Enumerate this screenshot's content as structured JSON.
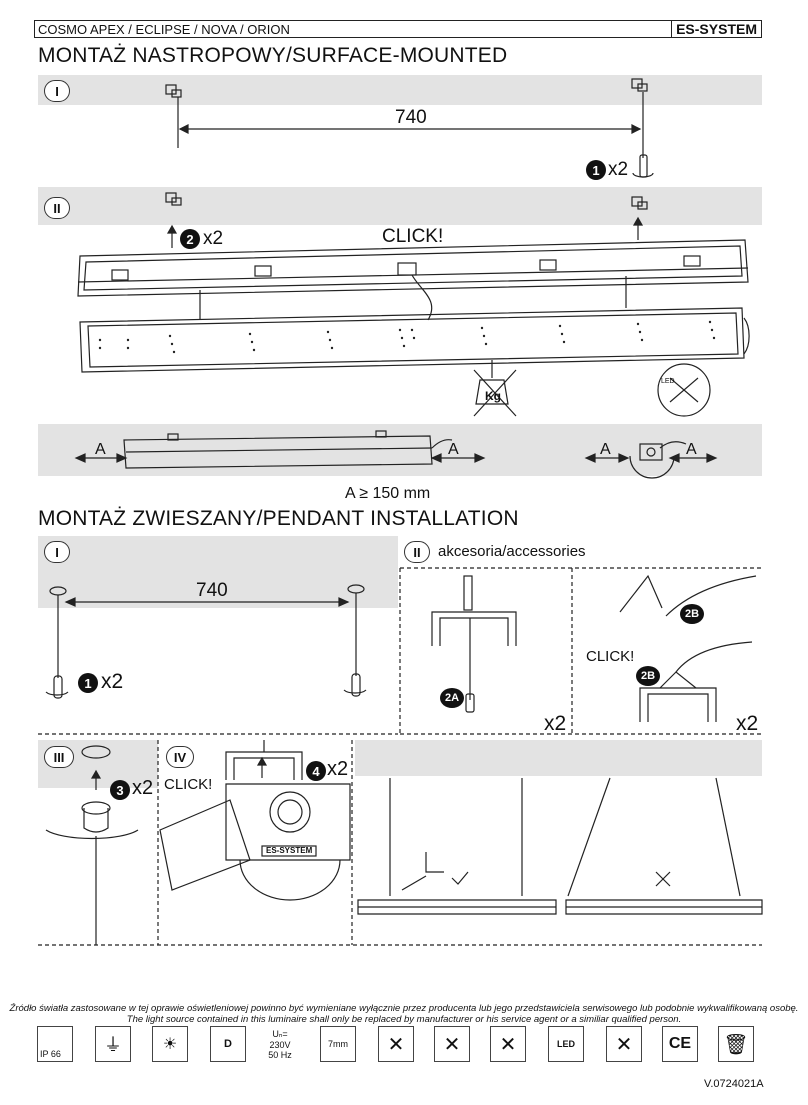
{
  "header": {
    "models": "COSMO APEX / ECLIPSE / NOVA / ORION",
    "brand": "ES-SYSTEM"
  },
  "surface": {
    "title": "MONTAŻ NASTROPOWY/SURFACE-MOUNTED",
    "step1": {
      "label": "I",
      "distance": "740",
      "count": "x2",
      "num": "1"
    },
    "step2": {
      "label": "II",
      "count": "x2",
      "num": "2",
      "click": "CLICK!",
      "weight_label": "Kg",
      "led_label": "LED"
    },
    "clearance": {
      "a": "A",
      "rule": "A ≥ 150 mm"
    }
  },
  "pendant": {
    "title": "MONTAŻ ZWIESZANY/PENDANT INSTALLATION",
    "step1": {
      "label": "I",
      "distance": "740",
      "count": "x2",
      "num": "1"
    },
    "step2": {
      "label": "II",
      "caption": "akcesoria/accessories",
      "num_a": "2A",
      "num_b": "2B",
      "click": "CLICK!",
      "count": "x2"
    },
    "step3": {
      "label": "III",
      "num": "3",
      "count": "x2"
    },
    "step4": {
      "label": "IV",
      "num": "4",
      "count": "x2",
      "click": "CLICK!",
      "brand_plate": "ES-SYSTEM"
    }
  },
  "footer": {
    "note_pl": "Źródło światła zastosowane w tej oprawie oświetleniowej powinno być wymieniane wyłącznie przez producenta lub jego przedstawiciela serwisowego lub podobnie wykwalifikowaną osobę.",
    "note_en": "The light source contained in this luminaire shall only be replaced by manufacturer or his service agent or a similiar qualified person.",
    "symbols": {
      "ip": "IP 66",
      "d": "D",
      "voltage": "Uₙ= 230V",
      "freq": "50 Hz",
      "strip": "7mm",
      "led": "LED",
      "ce": "CE"
    },
    "version": "V.0724021A"
  }
}
